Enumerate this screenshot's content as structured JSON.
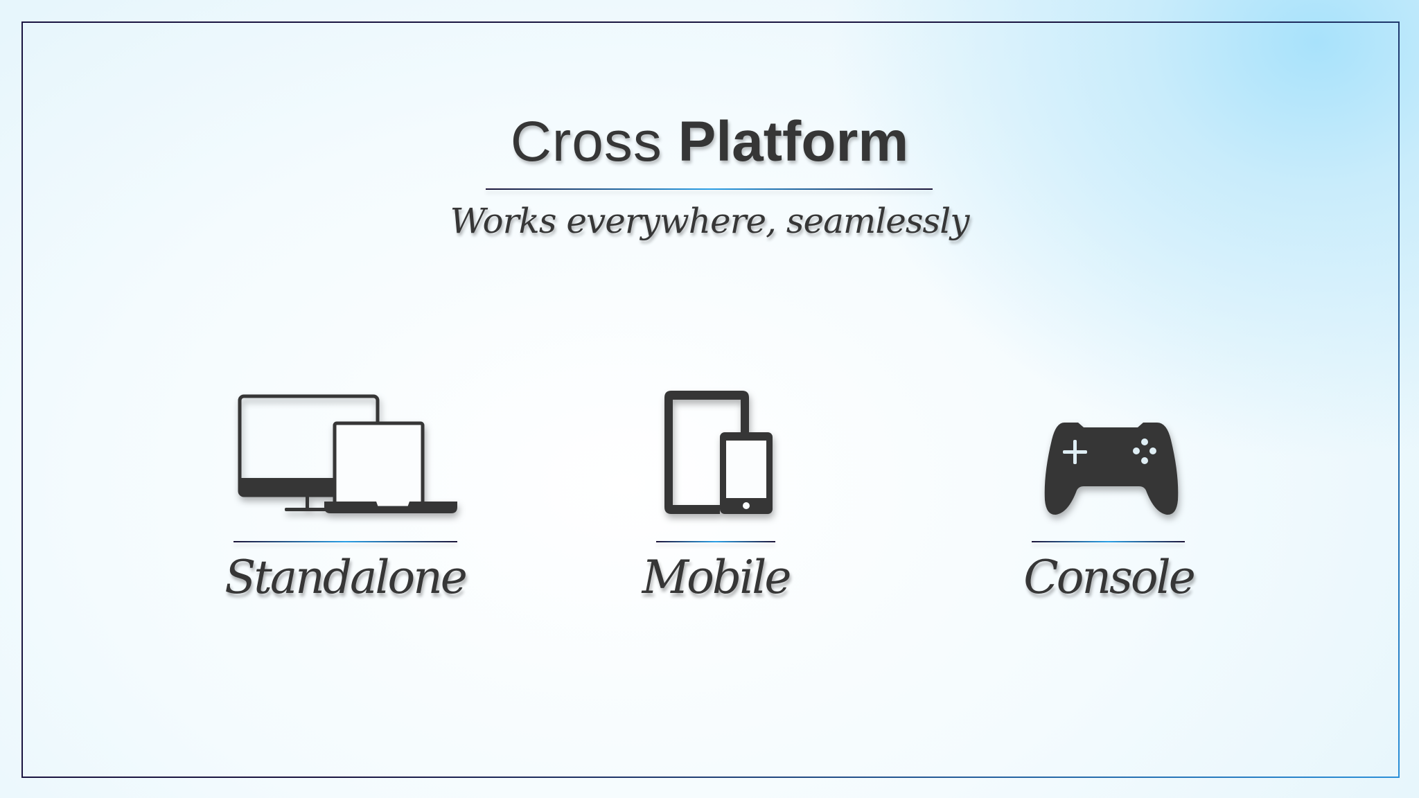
{
  "title": {
    "light": "Cross",
    "bold": "Platform"
  },
  "subtitle": "Works everywhere, seamlessly",
  "platforms": [
    {
      "label": "Standalone",
      "icon": "desktop-laptop-icon"
    },
    {
      "label": "Mobile",
      "icon": "tablet-phone-icon"
    },
    {
      "label": "Console",
      "icon": "gamepad-icon"
    }
  ],
  "colors": {
    "text": "#363636",
    "accent": "#2a9fe6",
    "frame": "#1a1440"
  }
}
